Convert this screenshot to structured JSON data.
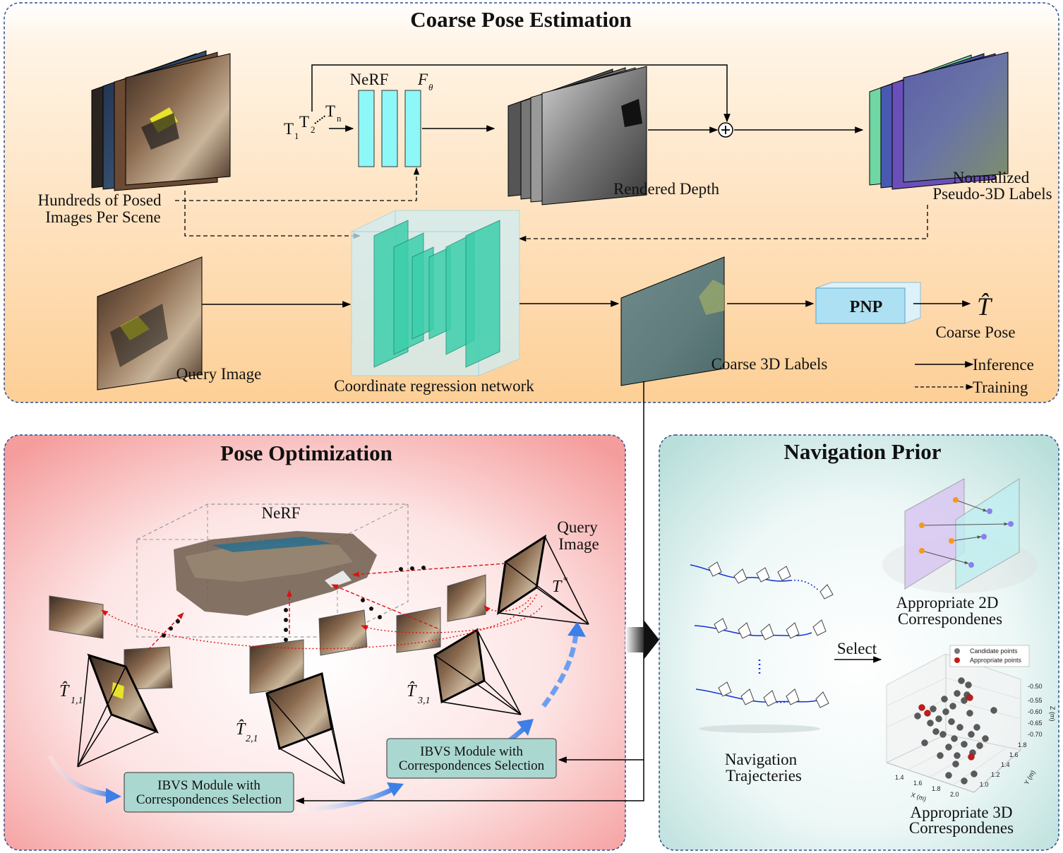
{
  "colors": {
    "coarse_panel_top": "#ffffff",
    "coarse_panel_bottom": "#fdcf96",
    "pose_panel": "#f7a3a3",
    "nav_panel": "#bfe2df",
    "nerf_block": "#8ef7f7",
    "pnp_box": "#aee0f4",
    "ibvs_box": "#aad8d1",
    "panel_border": "#2f4f8f"
  },
  "coarse": {
    "title": "Coarse Pose Estimation",
    "posed_images_label_1": "Hundreds of Posed",
    "posed_images_label_2": "Images Per Scene",
    "nerf_label": "NeRF",
    "f_theta": "F",
    "f_theta_sub": "θ",
    "t1": "T",
    "t1_sub": "1",
    "t2": "T",
    "t2_sub": "2",
    "tn": "T",
    "tn_sub": "n",
    "rendered_depth": "Rendered Depth",
    "pseudo_label_1": "Normalized",
    "pseudo_label_2": "Pseudo-3D Labels",
    "query_image": "Query Image",
    "regression_net": "Coordinate regression network",
    "coarse_labels": "Coarse 3D Labels",
    "pnp": "PNP",
    "t_hat": "T̂",
    "coarse_pose": "Coarse Pose",
    "legend_inference": "Inference",
    "legend_training": "Training"
  },
  "pose": {
    "title": "Pose Optimization",
    "nerf_label": "NeRF",
    "query_label_1": "Query",
    "query_label_2": "Image",
    "t_star": "T",
    "t_star_sup": "*",
    "t11": "T̂",
    "t11_sub": "1,1",
    "t21": "T̂",
    "t21_sub": "2,1",
    "t31": "T̂",
    "t31_sub": "3,1",
    "ibvs_1_line1": "IBVS Module with",
    "ibvs_1_line2": "Correspondences Selection",
    "ibvs_2_line1": "IBVS Module with",
    "ibvs_2_line2": "Correspondences Selection"
  },
  "nav": {
    "title": "Navigation Prior",
    "trajectories_1": "Navigation",
    "trajectories_2": "Trajecteries",
    "select": "Select",
    "corr2d_1": "Appropriate 2D",
    "corr2d_2": "Correspondenes",
    "corr3d_1": "Appropriate 3D",
    "corr3d_2": "Correspondenes",
    "legend_candidate": "Candidate points",
    "legend_appropriate": "Appropriate points",
    "z_ticks": [
      "-0.50",
      "-0.55",
      "-0.60",
      "-0.65",
      "-0.70"
    ],
    "z_label": "Z (m)",
    "x_ticks": [
      "1.4",
      "1.6",
      "1.8",
      "2.0"
    ],
    "x_label": "X (m)",
    "y_ticks": [
      "1.0",
      "1.2",
      "1.4",
      "1.6",
      "1.8"
    ],
    "y_label": "Y (m)"
  }
}
